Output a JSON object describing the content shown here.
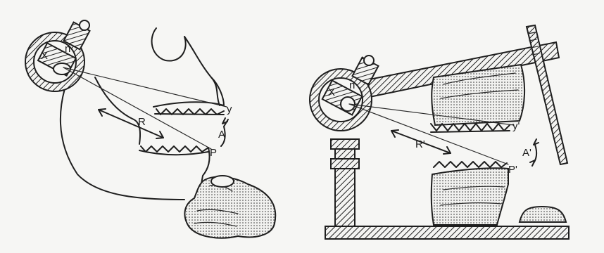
{
  "labels": {
    "left": {
      "condyle": "X",
      "axis": "n",
      "upper_point": "y",
      "arc_A": "A",
      "radius_R": "R",
      "lower_point": "P"
    },
    "right": {
      "condyle": "X",
      "axis": "n",
      "upper_point": "y'",
      "arc_A": "A'",
      "radius_R": "R'",
      "lower_point": "P'"
    }
  },
  "colors": {
    "background": "#f6f6f4",
    "ink": "#1e1e1e"
  }
}
